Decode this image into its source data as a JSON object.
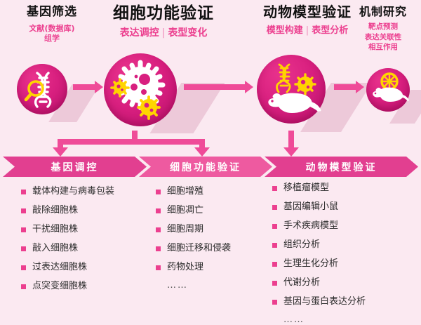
{
  "meta": {
    "bg_color": "#fbe9f1",
    "accent_pink": "#e23f90",
    "accent_pink_light": "#ee5aa0",
    "circle_magenta": "#d81f7f",
    "glyph_yellow": "#ffd400",
    "glyph_white": "#ffffff",
    "title_color": "#111111",
    "subtitle_color": "#ec3f8f"
  },
  "header": {
    "columns": [
      {
        "title": "基因筛选",
        "subtitle_lines": [
          "文献(数据库)",
          "组学"
        ],
        "icon": "dna-magnifier-icon"
      },
      {
        "title": "细胞功能验证",
        "subtitle_parts": [
          "表达调控",
          "表型变化"
        ],
        "subtitle_separator": "|",
        "icon": "cell-gears-icon"
      },
      {
        "title": "动物模型验证",
        "subtitle_parts": [
          "模型构建",
          "表型分析"
        ],
        "subtitle_separator": "|",
        "icon": "mouse-dna-cell-icon"
      },
      {
        "title": "机制研究",
        "subtitle_lines": [
          "靶点预测",
          "表达关联性",
          "相互作用"
        ],
        "icon": "mouse-target-icon"
      }
    ]
  },
  "banners": [
    {
      "label": "基因调控"
    },
    {
      "label": "细胞功能验证"
    },
    {
      "label": "动物模型验证"
    }
  ],
  "lists": {
    "gene_regulation": {
      "items": [
        "载体构建与病毒包装",
        "敲除细胞株",
        "干扰细胞株",
        "敲入细胞株",
        "过表达细胞株",
        "点突变细胞株"
      ],
      "ellipsis": ""
    },
    "cell_function": {
      "items": [
        "细胞增殖",
        "细胞凋亡",
        "细胞周期",
        "细胞迁移和侵袭",
        "药物处理"
      ],
      "ellipsis": "……"
    },
    "animal_model": {
      "items": [
        "移植瘤模型",
        "基因编辑小鼠",
        "手术疾病模型",
        "组织分析",
        "生理生化分析",
        "代谢分析",
        "基因与蛋白表达分析"
      ],
      "ellipsis": "……"
    }
  }
}
